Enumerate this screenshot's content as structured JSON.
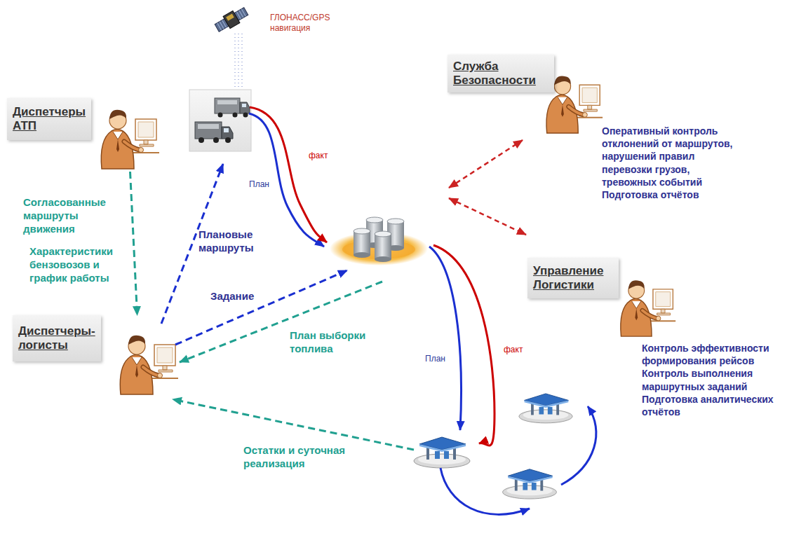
{
  "diagram": {
    "nodes": [
      {
        "text": [
          "Диспетчеры АТП"
        ]
      },
      {
        "text": [
          "Служба Безопасности",
          "Оперативный контроль отклонений от маршрутов, нарушений правил перевозки грузов, тревожных событий Подготовка отчётов"
        ]
      },
      {
        "text": [
          "Управление Логистики",
          "Контроль эффективности формирования рейсов Контроль выполнения маршрутных заданий Подготовка аналитических отчётов"
        ]
      },
      {
        "text": [
          "Диспетчеры-логисты"
        ]
      }
    ],
    "edges": [
      {
        "from": 0,
        "to": 3,
        "arrow": "to",
        "label": "Согласованные маршруты движения"
      }
    ],
    "labels": [
      "ГЛОНАСС/GPS навигация",
      "факт",
      "План",
      "Плановые маршруты",
      "Задание",
      "План выборки топлива",
      "План",
      "факт",
      "Остатки и суточная реализация",
      "Характеристики бензовозов и график работы"
    ]
  }
}
